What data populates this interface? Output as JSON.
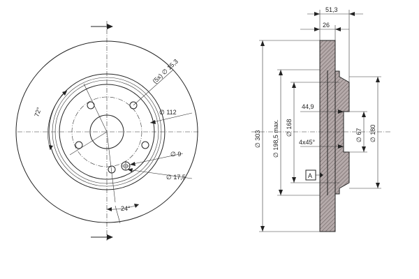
{
  "front_view": {
    "dim_bolt_pcd": "(5x) ∅ 15,3",
    "dim_hub_bore": "∅ 112",
    "dim_small_hole": "∅ 9",
    "dim_hole_17": "∅ 17,5",
    "angle_72": "72°",
    "angle_24": "24°"
  },
  "side_view": {
    "dim_width_total": "51,3",
    "dim_width_disc": "26",
    "dim_outer": "∅ 303",
    "dim_friction": "∅ 198,5 max.",
    "dim_hat_168": "∅ 168",
    "dim_hat_height": "44,9",
    "dim_chamfer": "4x45°",
    "dim_bore_67": "∅ 67",
    "dim_hat_180": "∅ 180",
    "datum": "A"
  },
  "colors": {
    "line": "#222222",
    "hatch": "#8c7f7f"
  }
}
